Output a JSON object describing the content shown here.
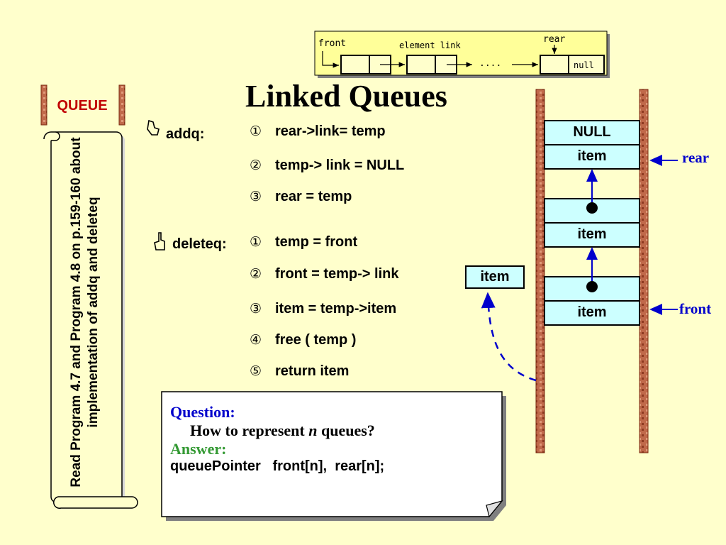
{
  "title": "Linked Queues",
  "queue_label": "QUEUE",
  "scroll_note": "Read Program 4.7 and Program 4.8 on p.159-160 about implementation of addq and deleteq",
  "top_diagram": {
    "front": "front",
    "element_link": "element link",
    "rear": "rear",
    "dots": "....",
    "null": "null"
  },
  "addq": {
    "label": "addq:",
    "steps": [
      {
        "num": "①",
        "text": "rear->link= temp"
      },
      {
        "num": "②",
        "text": "temp-> link = NULL"
      },
      {
        "num": "③",
        "text": "rear = temp"
      }
    ]
  },
  "deleteq": {
    "label": "deleteq:",
    "steps": [
      {
        "num": "①",
        "text": "temp = front"
      },
      {
        "num": "②",
        "text": "front = temp-> link"
      },
      {
        "num": "③",
        "text": "item = temp->item"
      },
      {
        "num": "④",
        "text": "free ( temp )"
      },
      {
        "num": "⑤",
        "text": "return  item"
      }
    ]
  },
  "stack_diagram": {
    "cells": [
      "NULL",
      "item",
      "item",
      "item"
    ],
    "rear": "rear",
    "front": "front",
    "removed_item": "item"
  },
  "qa": {
    "question_label": "Question:",
    "question_pre": "How to represent ",
    "question_var": "n",
    "question_post": " queues?",
    "answer_label": "Answer:",
    "answer_code": "queuePointer   front[n],  rear[n];"
  },
  "colors": {
    "background": "#FFFFCC",
    "cell_fill": "#CCFFFF",
    "rail": "#B85A3C",
    "pointer_blue": "#0000CC",
    "answer_green": "#339933",
    "queue_red": "#C00000"
  },
  "icons": [
    "pointing-hand-icon",
    "hand-up-icon",
    "scroll-icon",
    "folded-corner-icon"
  ]
}
